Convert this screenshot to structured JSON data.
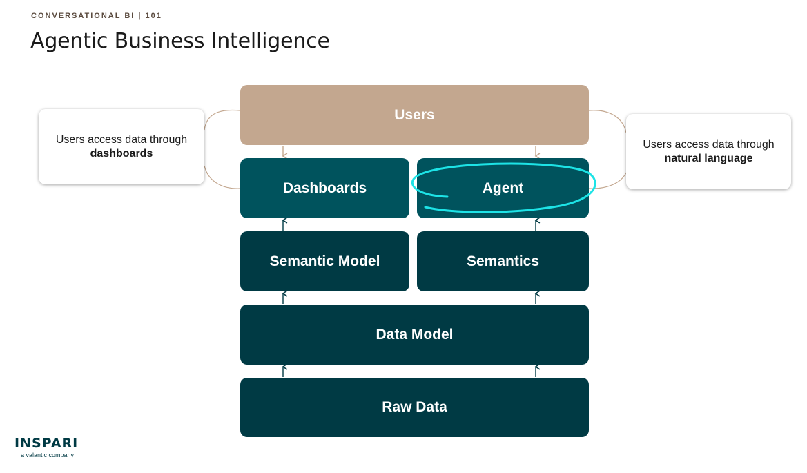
{
  "header": {
    "kicker": "CONVERSATIONAL BI | 101",
    "title": "Agentic Business Intelligence"
  },
  "diagram": {
    "users": "Users",
    "dashboards": "Dashboards",
    "agent": "Agent",
    "semantic_model": "Semantic Model",
    "semantics": "Semantics",
    "data_model": "Data Model",
    "raw_data": "Raw Data"
  },
  "callouts": {
    "left": {
      "line1": "Users access data through",
      "line2": "dashboards"
    },
    "right": {
      "line1": "Users access data through",
      "line2": "natural language"
    }
  },
  "logo": {
    "name": "INSPARI",
    "tagline": "a valantic company"
  },
  "colors": {
    "users": "#c3a78f",
    "layer_teal": "#00535d",
    "layer_dark": "#003a44",
    "highlight": "#1de3e6"
  }
}
